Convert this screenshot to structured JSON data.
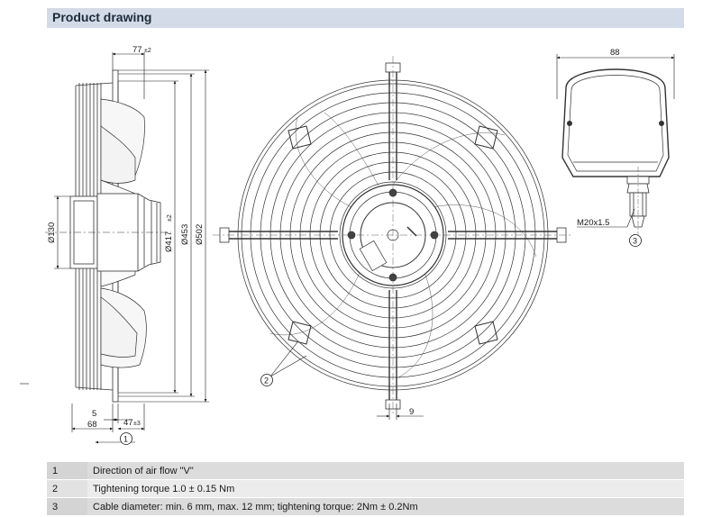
{
  "header": {
    "title": "Product drawing"
  },
  "dimensions": {
    "side_top": "77",
    "side_top_tol": "±2",
    "dia_130": "Ø130",
    "dia_417": "Ø417",
    "dia_417_tol": "±2",
    "dia_453": "Ø453",
    "dia_502": "Ø502",
    "side_5": "5",
    "side_68": "68",
    "side_47": "47",
    "side_47_tol": "±3",
    "front_9": "9",
    "box_88": "88",
    "thread": "M20x1.5"
  },
  "callouts": {
    "c1": "1",
    "c2": "2",
    "c3": "3"
  },
  "legend": [
    {
      "num": "1",
      "text": "Direction of air flow \"V\""
    },
    {
      "num": "2",
      "text": "Tightening torque 1.0 ± 0.15 Nm"
    },
    {
      "num": "3",
      "text": "Cable diameter: min. 6 mm, max. 12 mm; tightening torque: 2Nm ± 0.2Nm"
    }
  ]
}
